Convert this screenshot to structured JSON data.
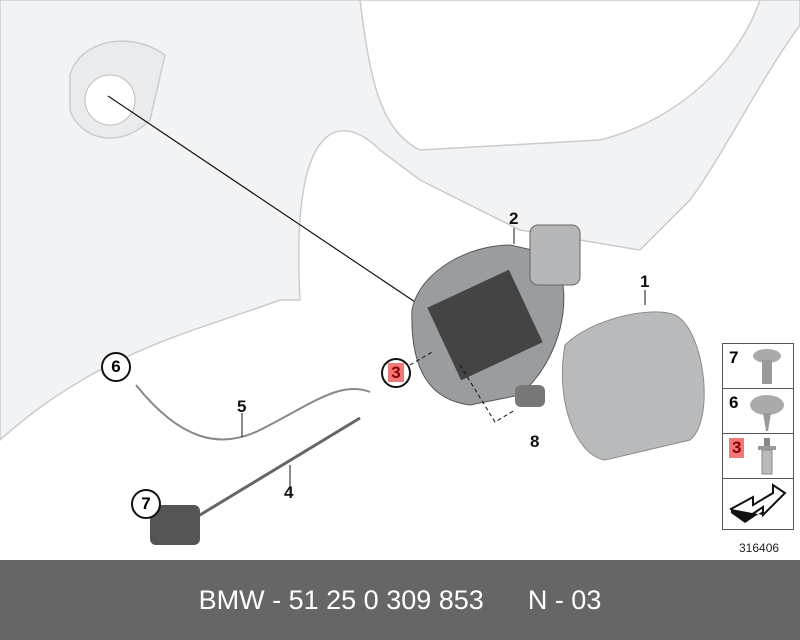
{
  "diagram": {
    "callouts": {
      "p1": "1",
      "p2": "2",
      "p3": "3",
      "p4": "4",
      "p5": "5",
      "p6": "6",
      "p7": "7",
      "p8": "8"
    },
    "legend": [
      {
        "num": "7",
        "icon": "screw-icon"
      },
      {
        "num": "6",
        "icon": "expanding-rivet-icon"
      },
      {
        "num": "3",
        "icon": "clip-stud-icon",
        "highlighted": true
      },
      {
        "num": "",
        "icon": "arrow-symbol-icon"
      }
    ],
    "reference_number": "316406",
    "colors": {
      "highlight": "#f07878",
      "footer": "#666666"
    }
  },
  "footer": {
    "part_number": "BMW - 51 25 0 309 853",
    "code": "N - 03"
  }
}
